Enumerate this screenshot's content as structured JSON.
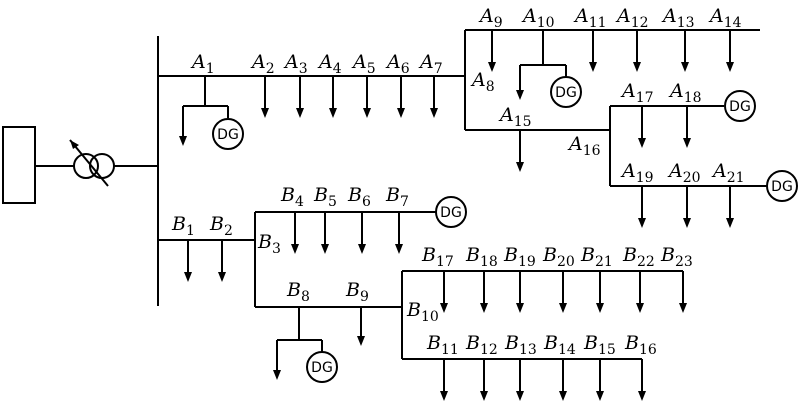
{
  "source": {
    "label": ""
  },
  "transformer": {
    "label": ""
  },
  "feeder_a": {
    "trunk_nodes": [
      {
        "letter": "A",
        "index": "1"
      },
      {
        "letter": "A",
        "index": "2"
      },
      {
        "letter": "A",
        "index": "3"
      },
      {
        "letter": "A",
        "index": "4"
      },
      {
        "letter": "A",
        "index": "5"
      },
      {
        "letter": "A",
        "index": "6"
      },
      {
        "letter": "A",
        "index": "7"
      }
    ],
    "junction": {
      "letter": "A",
      "index": "8"
    },
    "top_nodes": [
      {
        "letter": "A",
        "index": "9"
      },
      {
        "letter": "A",
        "index": "10"
      },
      {
        "letter": "A",
        "index": "11"
      },
      {
        "letter": "A",
        "index": "12"
      },
      {
        "letter": "A",
        "index": "13"
      },
      {
        "letter": "A",
        "index": "14"
      }
    ],
    "node_15": {
      "letter": "A",
      "index": "15"
    },
    "node_16": {
      "letter": "A",
      "index": "16"
    },
    "row_17_18": [
      {
        "letter": "A",
        "index": "17"
      },
      {
        "letter": "A",
        "index": "18"
      }
    ],
    "row_19_21": [
      {
        "letter": "A",
        "index": "19"
      },
      {
        "letter": "A",
        "index": "20"
      },
      {
        "letter": "A",
        "index": "21"
      }
    ]
  },
  "feeder_b": {
    "start_nodes": [
      {
        "letter": "B",
        "index": "1"
      },
      {
        "letter": "B",
        "index": "2"
      }
    ],
    "node_3": {
      "letter": "B",
      "index": "3"
    },
    "upper_nodes": [
      {
        "letter": "B",
        "index": "4"
      },
      {
        "letter": "B",
        "index": "5"
      },
      {
        "letter": "B",
        "index": "6"
      },
      {
        "letter": "B",
        "index": "7"
      }
    ],
    "mid_nodes": [
      {
        "letter": "B",
        "index": "8"
      },
      {
        "letter": "B",
        "index": "9"
      }
    ],
    "node_10": {
      "letter": "B",
      "index": "10"
    },
    "row_17_23": [
      {
        "letter": "B",
        "index": "17"
      },
      {
        "letter": "B",
        "index": "18"
      },
      {
        "letter": "B",
        "index": "19"
      },
      {
        "letter": "B",
        "index": "20"
      },
      {
        "letter": "B",
        "index": "21"
      },
      {
        "letter": "B",
        "index": "22"
      },
      {
        "letter": "B",
        "index": "23"
      }
    ],
    "row_11_16": [
      {
        "letter": "B",
        "index": "11"
      },
      {
        "letter": "B",
        "index": "12"
      },
      {
        "letter": "B",
        "index": "13"
      },
      {
        "letter": "B",
        "index": "14"
      },
      {
        "letter": "B",
        "index": "15"
      },
      {
        "letter": "B",
        "index": "16"
      }
    ]
  },
  "dg": {
    "label": "DG"
  }
}
